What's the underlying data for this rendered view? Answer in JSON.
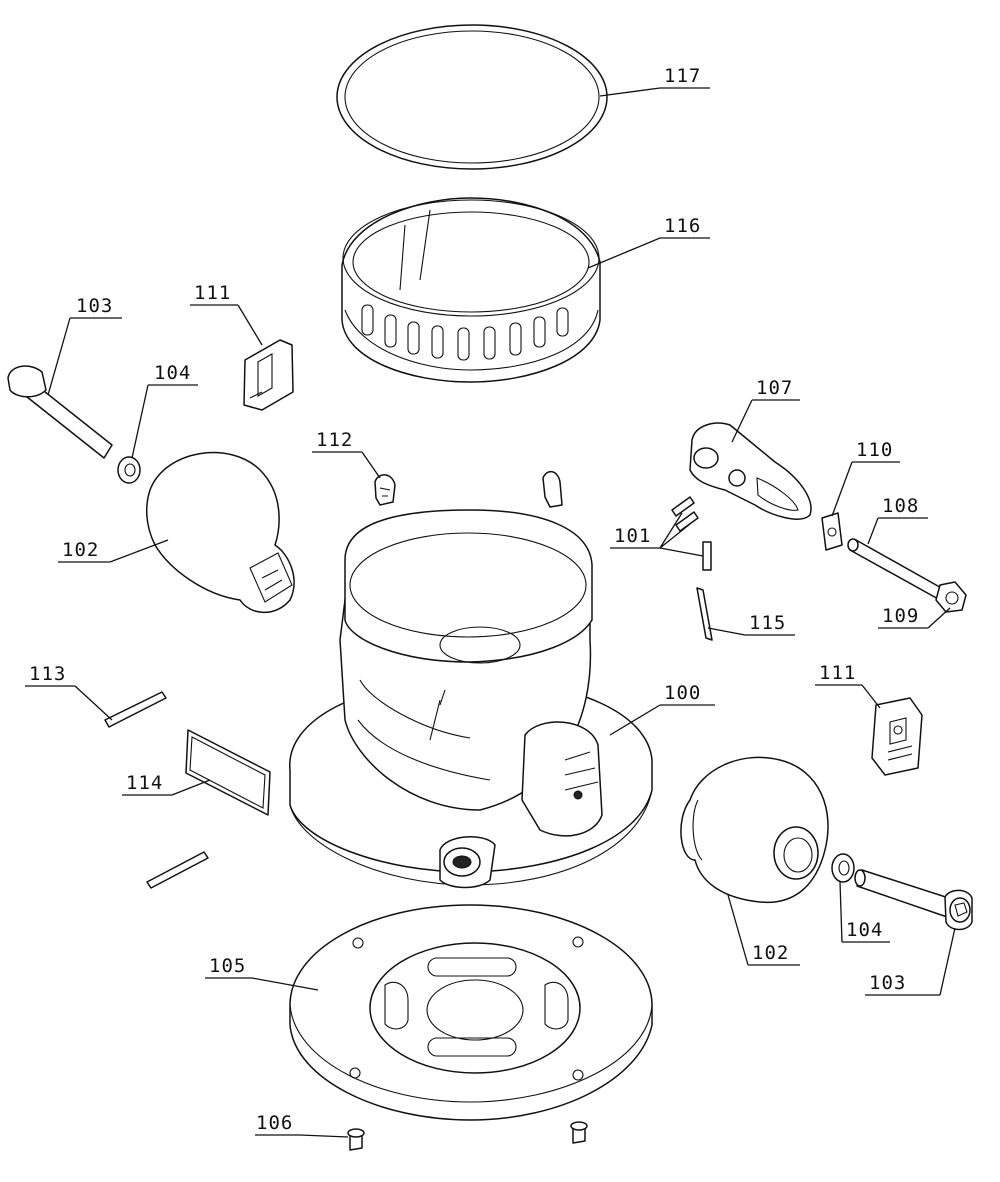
{
  "labels": {
    "l117": "117",
    "l116": "116",
    "l111a": "111",
    "l103a": "103",
    "l104a": "104",
    "l112": "112",
    "l107": "107",
    "l110": "110",
    "l108": "108",
    "l101": "101",
    "l102a": "102",
    "l115": "115",
    "l109": "109",
    "l111b": "111",
    "l113": "113",
    "l100": "100",
    "l114": "114",
    "l104b": "104",
    "l102b": "102",
    "l105": "105",
    "l103b": "103",
    "l106": "106"
  }
}
